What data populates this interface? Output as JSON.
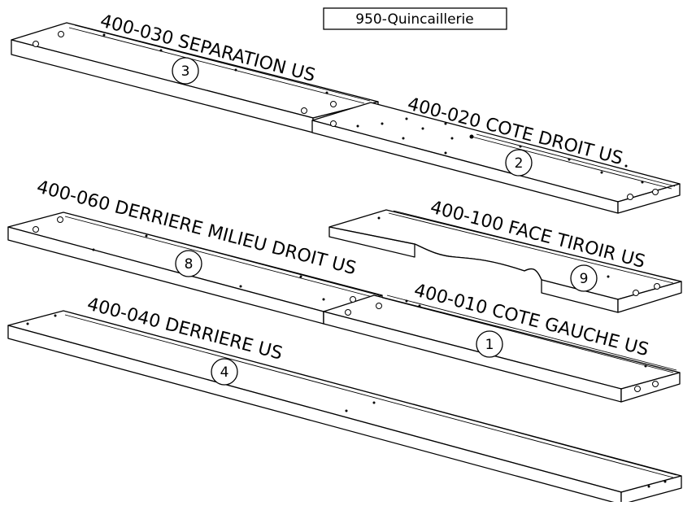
{
  "hardware_label": "950-Quincaillerie",
  "parts": [
    {
      "code": "400-030 SEPARATION US",
      "item": "3"
    },
    {
      "code": "400-020 COTE DROIT US",
      "item": "2"
    },
    {
      "code": "400-060 DERRIERE MILIEU DROIT US",
      "item": "8"
    },
    {
      "code": "400-100 FACE TIROIR US",
      "item": "9"
    },
    {
      "code": "400-010 COTE GAUCHE US",
      "item": "1"
    },
    {
      "code": "400-040 DERRIERE US",
      "item": "4"
    }
  ]
}
